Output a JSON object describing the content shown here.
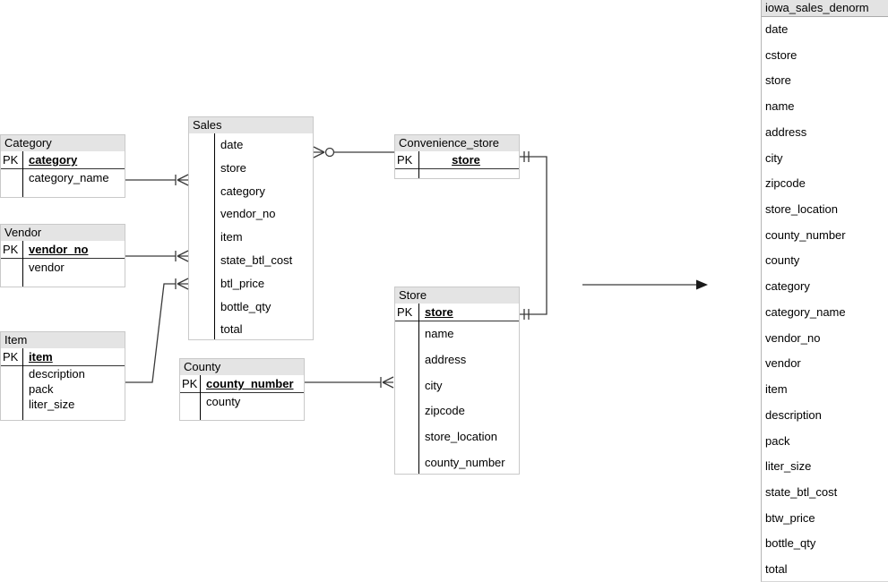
{
  "diagram": {
    "pk_label": "PK",
    "colors": {
      "header_bg": "#e4e4e4",
      "table_border": "#c9c9c9",
      "line": "#3a3a3a",
      "background": "#ffffff"
    },
    "entities": [
      {
        "key": "category",
        "title": "Category",
        "pk": [
          "category"
        ],
        "fields": [
          "category_name"
        ]
      },
      {
        "key": "vendor",
        "title": "Vendor",
        "pk": [
          "vendor_no"
        ],
        "fields": [
          "vendor"
        ]
      },
      {
        "key": "item",
        "title": "Item",
        "pk": [
          "item"
        ],
        "fields": [
          "description",
          "pack",
          "liter_size"
        ]
      },
      {
        "key": "sales",
        "title": "Sales",
        "pk": [],
        "fields": [
          "date",
          "store",
          "category",
          "vendor_no",
          "item",
          "state_btl_cost",
          "btl_price",
          "bottle_qty",
          "total"
        ]
      },
      {
        "key": "convenience_store",
        "title": "Convenience_store",
        "pk": [
          "store"
        ],
        "fields": []
      },
      {
        "key": "store",
        "title": "Store",
        "pk": [
          "store"
        ],
        "fields": [
          "name",
          "address",
          "city",
          "zipcode",
          "store_location",
          "county_number"
        ]
      },
      {
        "key": "county",
        "title": "County",
        "pk": [
          "county_number"
        ],
        "fields": [
          "county"
        ]
      },
      {
        "key": "iowa_sales_denorm",
        "title": "iowa_sales_denorm",
        "pk": [],
        "fields": [
          "date",
          "cstore",
          "store",
          "name",
          "address",
          "city",
          "zipcode",
          "store_location",
          "county_number",
          "county",
          "category",
          "category_name",
          "vendor_no",
          "vendor",
          "item",
          "description",
          "pack",
          "liter_size",
          "state_btl_cost",
          "btw_price",
          "bottle_qty",
          "total"
        ]
      }
    ],
    "relationships": [
      {
        "from": "Category",
        "to": "Sales",
        "cardinality": "one-to-many"
      },
      {
        "from": "Vendor",
        "to": "Sales",
        "cardinality": "one-to-many"
      },
      {
        "from": "Item",
        "to": "Sales",
        "cardinality": "one-to-many"
      },
      {
        "from": "Sales",
        "to": "Convenience_store",
        "cardinality": "zero-or-many-to-one"
      },
      {
        "from": "Convenience_store",
        "to": "Store",
        "cardinality": "one-to-one"
      },
      {
        "from": "County",
        "to": "Store",
        "cardinality": "one-to-many"
      },
      {
        "from": "diagram",
        "to": "iowa_sales_denorm",
        "cardinality": "denormalization-arrow"
      }
    ]
  }
}
